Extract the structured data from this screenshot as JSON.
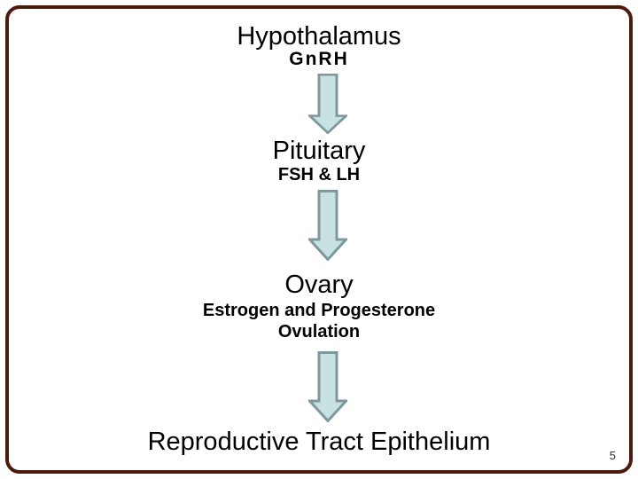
{
  "slide": {
    "page_number": "5",
    "flow": [
      {
        "title": "Hypothalamus",
        "hormone": "GnRH"
      },
      {
        "title": "Pituitary",
        "hormone": "FSH & LH"
      },
      {
        "title": "Ovary",
        "hormone": "Estrogen and Progesterone",
        "hormone2": "Ovulation"
      },
      {
        "title": "Reproductive Tract Epithelium"
      }
    ],
    "colors": {
      "arrow_fill": "#c8e1e3",
      "arrow_stroke": "#7e989c",
      "frame_border": "#4a1a0c",
      "text": "#000000",
      "page_number": "#333333"
    }
  }
}
